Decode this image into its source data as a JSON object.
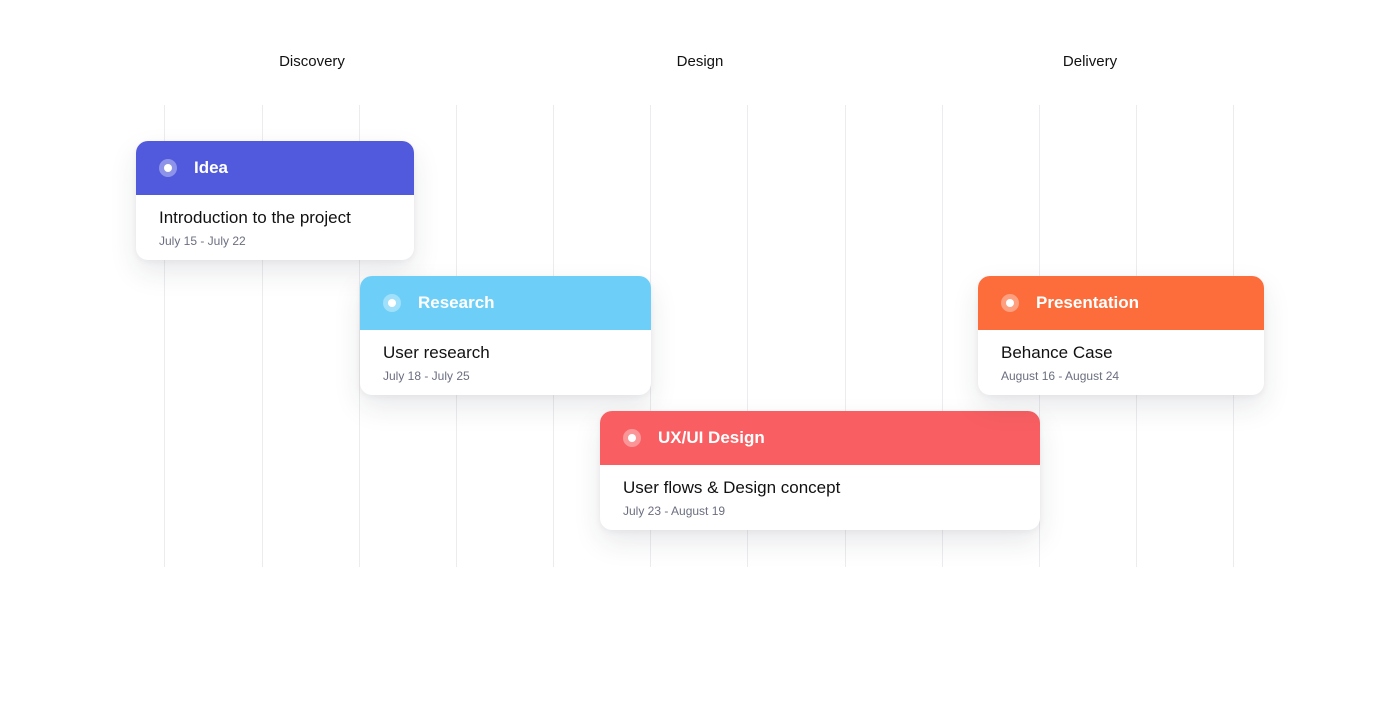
{
  "phases": [
    "Discovery",
    "Design",
    "Delivery"
  ],
  "cards": [
    {
      "title": "Idea",
      "task": "Introduction to the project",
      "dates": "July 15 - July 22",
      "color": "#5159dd",
      "icon": "radio-dot-icon"
    },
    {
      "title": "Research",
      "task": "User research",
      "dates": "July 18 - July 25",
      "color": "#6dcff8",
      "icon": "radio-dot-icon"
    },
    {
      "title": "UX/UI Design",
      "task": "User flows & Design concept",
      "dates": "July 23 - August 19",
      "color": "#f95f62",
      "icon": "radio-dot-icon"
    },
    {
      "title": "Presentation",
      "task": "Behance Case",
      "dates": "August 16 - August 24",
      "color": "#fd6c3b",
      "icon": "radio-dot-icon"
    }
  ]
}
